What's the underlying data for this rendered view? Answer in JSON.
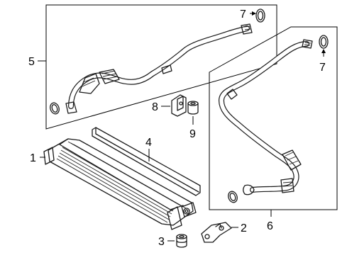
{
  "callouts": {
    "c1": "1",
    "c2": "2",
    "c3": "3",
    "c4": "4",
    "c5": "5",
    "c6": "6",
    "c7a": "7",
    "c7b": "7",
    "c8": "8",
    "c9": "9"
  },
  "parts": [
    {
      "number": "1",
      "icon": "oil-cooler-icon"
    },
    {
      "number": "2",
      "icon": "mounting-bracket-icon"
    },
    {
      "number": "3",
      "icon": "grommet-icon"
    },
    {
      "number": "4",
      "icon": "air-deflector-icon"
    },
    {
      "number": "5",
      "icon": "upper-oil-line-icon"
    },
    {
      "number": "6",
      "icon": "lower-oil-line-icon"
    },
    {
      "number": "7",
      "icon": "o-ring-seal-icon"
    },
    {
      "number": "8",
      "icon": "line-clip-icon"
    },
    {
      "number": "9",
      "icon": "bushing-icon"
    }
  ],
  "colors": {
    "line": "#000000",
    "background": "#ffffff"
  }
}
